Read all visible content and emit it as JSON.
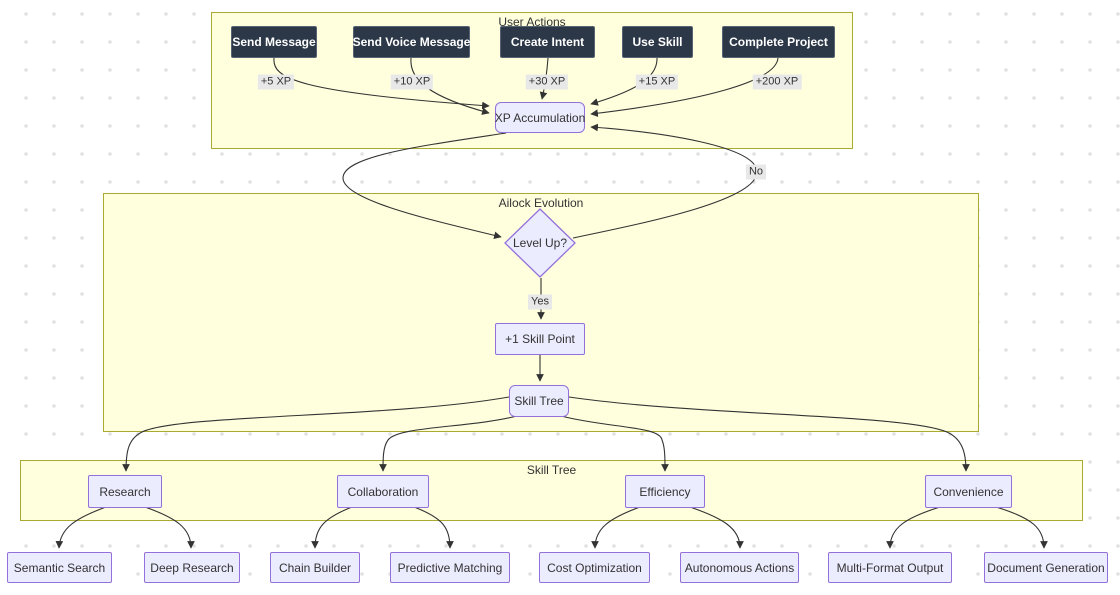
{
  "subgraphs": {
    "user_actions": {
      "title": "User Actions"
    },
    "ailock_evolution": {
      "title": "Ailock Evolution"
    },
    "skill_tree": {
      "title": "Skill Tree"
    }
  },
  "nodes": {
    "send_message": "Send Message",
    "send_voice_message": "Send Voice Message",
    "create_intent": "Create Intent",
    "use_skill": "Use Skill",
    "complete_project": "Complete Project",
    "xp_accumulation": "XP Accumulation",
    "level_up": "Level Up?",
    "skill_point": "+1 Skill Point",
    "skill_tree": "Skill Tree",
    "research": "Research",
    "collaboration": "Collaboration",
    "efficiency": "Efficiency",
    "convenience": "Convenience",
    "semantic_search": "Semantic Search",
    "deep_research": "Deep Research",
    "chain_builder": "Chain Builder",
    "predictive_matching": "Predictive Matching",
    "cost_optimization": "Cost Optimization",
    "autonomous_actions": "Autonomous Actions",
    "multi_format_output": "Multi-Format Output",
    "document_generation": "Document Generation"
  },
  "edges": [
    {
      "from": "send_message",
      "to": "xp_accumulation",
      "label": "+5 XP"
    },
    {
      "from": "send_voice_message",
      "to": "xp_accumulation",
      "label": "+10 XP"
    },
    {
      "from": "create_intent",
      "to": "xp_accumulation",
      "label": "+30 XP"
    },
    {
      "from": "use_skill",
      "to": "xp_accumulation",
      "label": "+15 XP"
    },
    {
      "from": "complete_project",
      "to": "xp_accumulation",
      "label": "+200 XP"
    },
    {
      "from": "xp_accumulation",
      "to": "level_up",
      "label": ""
    },
    {
      "from": "level_up",
      "to": "xp_accumulation",
      "label": "No"
    },
    {
      "from": "level_up",
      "to": "skill_point",
      "label": "Yes"
    },
    {
      "from": "skill_point",
      "to": "skill_tree",
      "label": ""
    },
    {
      "from": "skill_tree",
      "to": "research",
      "label": ""
    },
    {
      "from": "skill_tree",
      "to": "collaboration",
      "label": ""
    },
    {
      "from": "skill_tree",
      "to": "efficiency",
      "label": ""
    },
    {
      "from": "skill_tree",
      "to": "convenience",
      "label": ""
    },
    {
      "from": "research",
      "to": "semantic_search",
      "label": ""
    },
    {
      "from": "research",
      "to": "deep_research",
      "label": ""
    },
    {
      "from": "collaboration",
      "to": "chain_builder",
      "label": ""
    },
    {
      "from": "collaboration",
      "to": "predictive_matching",
      "label": ""
    },
    {
      "from": "efficiency",
      "to": "cost_optimization",
      "label": ""
    },
    {
      "from": "efficiency",
      "to": "autonomous_actions",
      "label": ""
    },
    {
      "from": "convenience",
      "to": "multi_format_output",
      "label": ""
    },
    {
      "from": "convenience",
      "to": "document_generation",
      "label": ""
    }
  ],
  "colors": {
    "subgraph_fill": "#ffffde",
    "subgraph_border": "#aaaa33",
    "node_fill": "#ececff",
    "node_border": "#9370db",
    "action_fill": "#2c3848",
    "action_border": "#566372",
    "action_text": "#ffffff",
    "edge": "#333333",
    "edge_label_bg": "#e8e8e8",
    "text": "#333333",
    "background_dot": "#e1e1e5"
  }
}
